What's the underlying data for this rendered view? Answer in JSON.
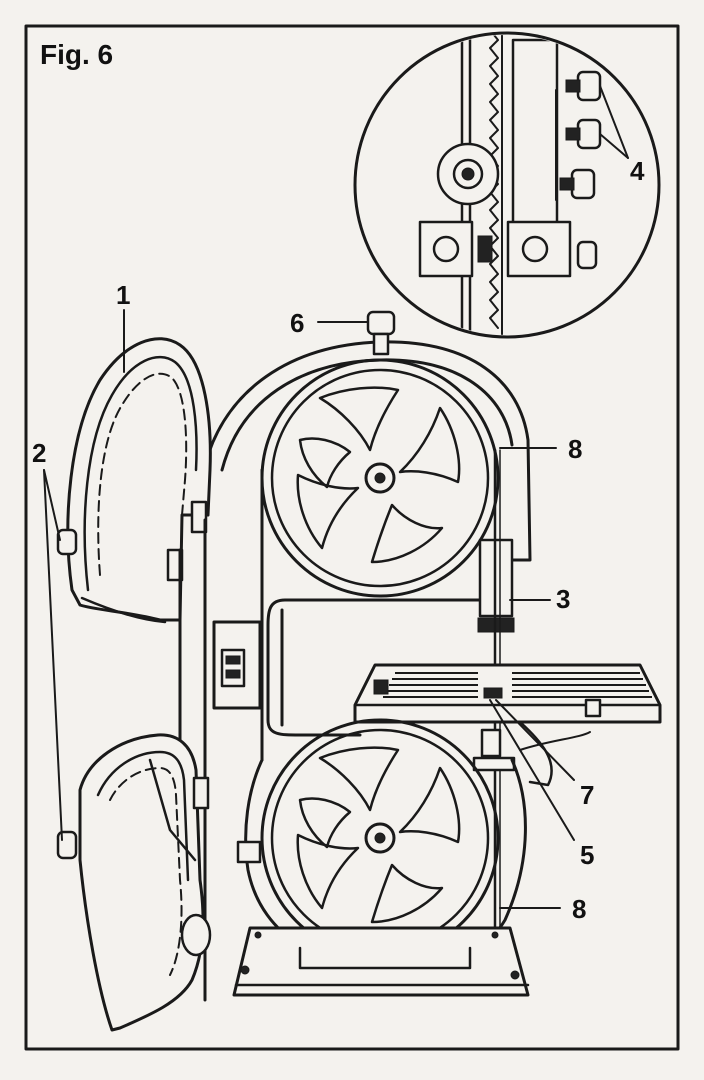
{
  "figure": {
    "title": "Fig. 6",
    "callouts": {
      "c1": "1",
      "c2": "2",
      "c3": "3",
      "c4": "4",
      "c5": "5",
      "c6": "6",
      "c7": "7",
      "c8_top": "8",
      "c8_bottom": "8"
    }
  },
  "colors": {
    "ink": "#1a1a1a",
    "paper": "#f4f2ee"
  }
}
